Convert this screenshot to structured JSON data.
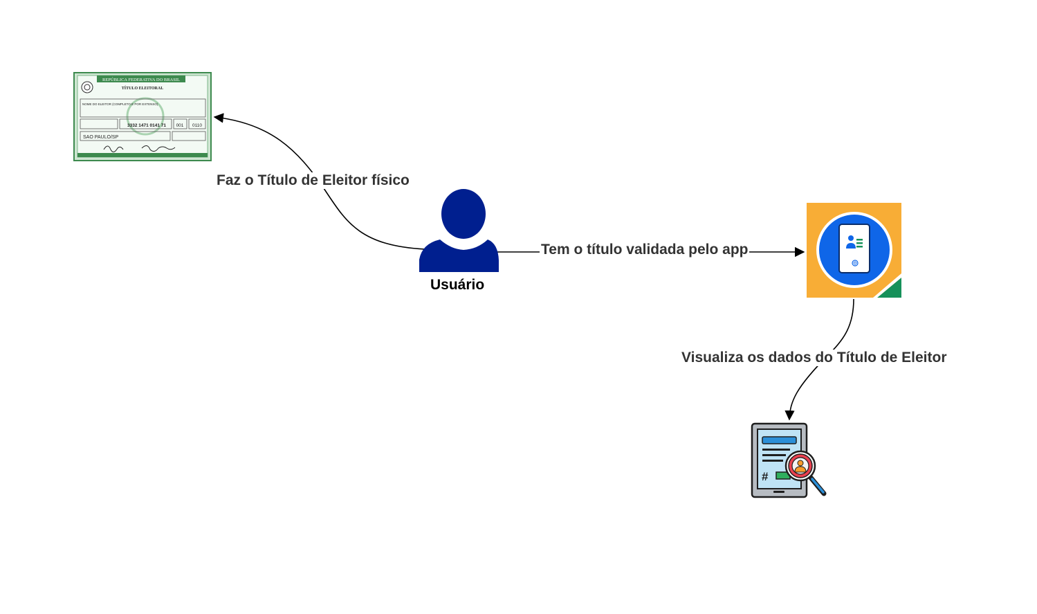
{
  "nodes": {
    "user": {
      "label": "Usuário",
      "icon": "user-silhouette-icon",
      "color": "#001f8f"
    },
    "voter_card": {
      "icon": "voter-title-card-image",
      "header": "REPÚBLICA FEDERATIVA DO BRASIL",
      "title": "TÍTULO ELEITORAL",
      "name_field": "NOME DO ELEITOR (COMPLETO E POR EXTENSO)",
      "number": "3332 1471 0141 71",
      "zone": "001",
      "section": "0110",
      "city": "SAO PAULO/SP",
      "color": "#3d8a4e"
    },
    "app": {
      "icon": "e-titulo-app-icon",
      "bg_color": "#f8ad36",
      "circle_color": "#0f66e8",
      "corner_color": "#16915a"
    },
    "document": {
      "icon": "document-search-icon"
    }
  },
  "edges": {
    "to_card": {
      "label": "Faz o Título de Eleitor físico"
    },
    "to_app": {
      "label": "Tem o título validada pelo app"
    },
    "to_document": {
      "label": "Visualiza os dados do Título de Eleitor"
    }
  }
}
